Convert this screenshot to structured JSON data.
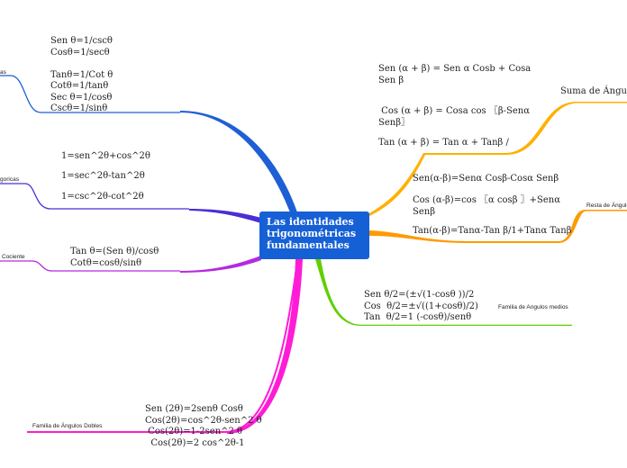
{
  "central_topic": "Las identidades\ntrigonométricas\nfundamentales",
  "branches": {
    "reciprocas": {
      "label": "as",
      "color": "#1f5fd6",
      "formulas": "Sen θ=1/cscθ\nCosθ=1/secθ\n\nTanθ=1/Cot θ\nCotθ=1/tanθ\nSec θ=1/cosθ\nCscθ=1/sinθ"
    },
    "pitagoricas": {
      "label": "goricas",
      "color": "#4a2ed6",
      "formulas": [
        "1=sen^2θ+cos^2θ",
        "1=sec^2θ-tan^2θ",
        "1=csc^2θ-cot^2θ"
      ]
    },
    "cociente": {
      "label": "Cociente",
      "color": "#b22be0",
      "formulas": "Tan θ=(Sen θ)/cosθ\nCotθ=cosθ/sinθ"
    },
    "dobles": {
      "label": "Familia de Ángulos Dobles",
      "color": "#ff1cd6",
      "formulas": "Sen (2θ)=2senθ Cosθ\nCos(2θ)=cos^2θ-sen^2 θ\n Cos(2θ)=1-2sen^2 θ\n  Cos(2θ)=2 cos^2θ-1"
    },
    "suma": {
      "label": "Suma de Ángulos",
      "color": "#ffb000",
      "formulas": [
        "Sen (α + β) = Sen α Cosb + Cosa\nSen β",
        " Cos (α + β) = Cosa cos 〖β-Senα\nSenβ〗",
        "Tan (α + β) = Tan α + Tanβ /"
      ]
    },
    "resta": {
      "label": "Resta de Ángulos",
      "color": "#ff9a00",
      "formulas": [
        "Sen(α-β)=Senα Cosβ-Cosα Senβ",
        "Cos (α-β)=cos 〖α cosβ 〗+Senα\nSenβ",
        "Tan(α-β)=Tanα-Tan β/1+Tanα Tanβ"
      ]
    },
    "medios": {
      "label": "Familia de Angulos medios",
      "color": "#5fd000",
      "formulas": "Sen θ/2=(±√(1-cosθ ))/2\nCos  θ/2=±√((1+cosθ)/2)\nTan  θ/2=1 (-cosθ)/senθ"
    }
  }
}
